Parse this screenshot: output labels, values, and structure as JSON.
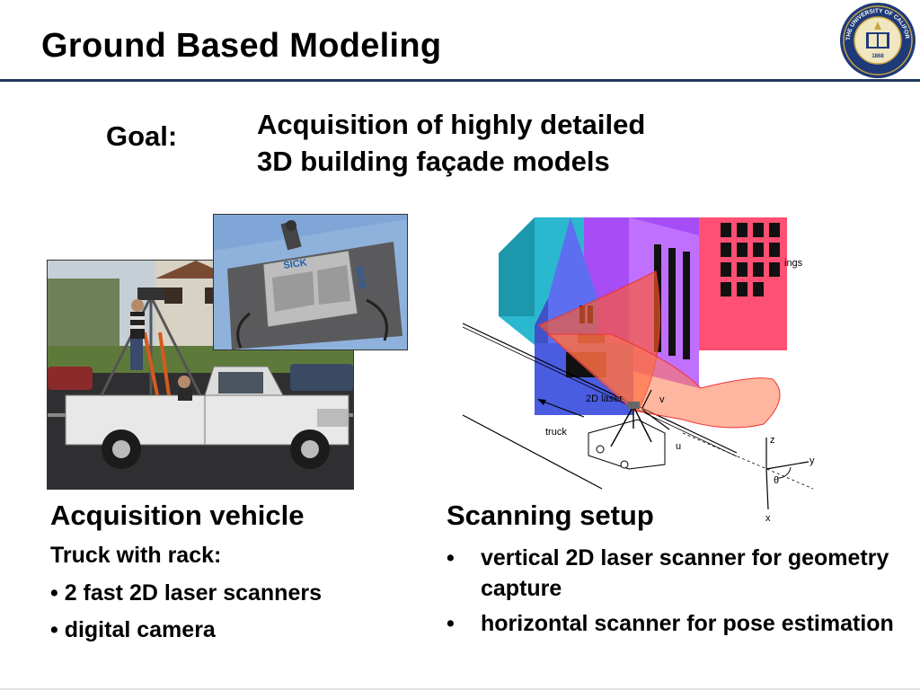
{
  "slide": {
    "title": "Ground Based Modeling",
    "seal_text": "THE UNIVERSITY OF CALIFORNIA",
    "seal_year": "1868",
    "goal_label": "Goal:",
    "goal_line1": "Acquisition of highly detailed",
    "goal_line2": "3D building façade models"
  },
  "left": {
    "heading": "Acquisition vehicle",
    "subheading": "Truck with rack:",
    "bullets": [
      "• 2 fast 2D laser scanners",
      "• digital camera"
    ],
    "scanner_brand": "SICK"
  },
  "right": {
    "heading": "Scanning setup",
    "bullet_marker": "•",
    "bullets": [
      "vertical 2D laser scanner for geometry capture",
      "horizontal scanner for pose estimation"
    ]
  },
  "diagram": {
    "label_buildings": "ings",
    "label_laser": "2D laser",
    "label_v": "v",
    "label_truck": "truck",
    "label_u": "u",
    "label_z": "z",
    "label_y": "y",
    "label_theta": "θ",
    "label_x": "x"
  },
  "colors": {
    "title_rule": "#1f3b5c",
    "seal_blue": "#1e3a78",
    "seal_gold": "#c9a640",
    "laser_fan": "#ff5a2a",
    "building_cyan": "#2ab8cf",
    "building_blue": "#5d6ff0",
    "building_purple": "#a64df5",
    "building_pink": "#ff4f73"
  }
}
